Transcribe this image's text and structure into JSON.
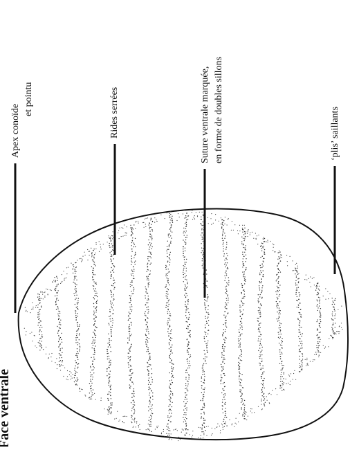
{
  "diagram": {
    "title": "Face ventrale",
    "labels": [
      {
        "id": "apex",
        "lines": [
          "Apex conoïde",
          "et pointu"
        ]
      },
      {
        "id": "rides",
        "lines": [
          "Rides serrées"
        ]
      },
      {
        "id": "suture",
        "lines": [
          "Suture ventrale marquée,",
          "en forme de doubles sillons"
        ]
      },
      {
        "id": "plis",
        "lines": [
          "‘plis’ saillants"
        ]
      }
    ]
  }
}
